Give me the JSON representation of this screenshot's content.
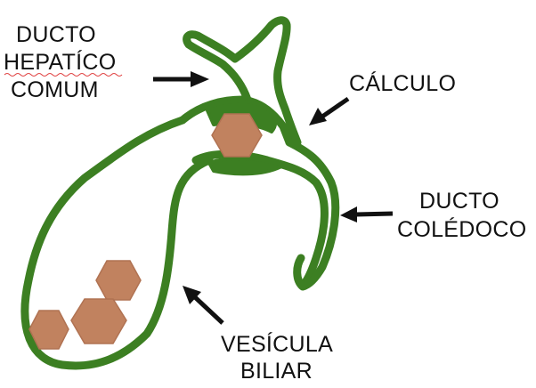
{
  "colors": {
    "organ": "#3c7f22",
    "stone": "#c1825f",
    "stone_stroke": "#b07252",
    "arrow": "#111111",
    "text": "#111111",
    "spellcheck": "#e04040"
  },
  "labels": {
    "hepatic_duct": [
      "DUCTO",
      "HEPATÍCO",
      "COMUM"
    ],
    "stone": [
      "CÁLCULO"
    ],
    "common_bile_duct": [
      "DUCTO",
      "COLÉDOCO"
    ],
    "gallbladder": [
      "VESÍCULA",
      "BILIAR"
    ]
  },
  "icons": {
    "stone": "hexagon-stone-icon",
    "arrow": "arrow-icon"
  }
}
